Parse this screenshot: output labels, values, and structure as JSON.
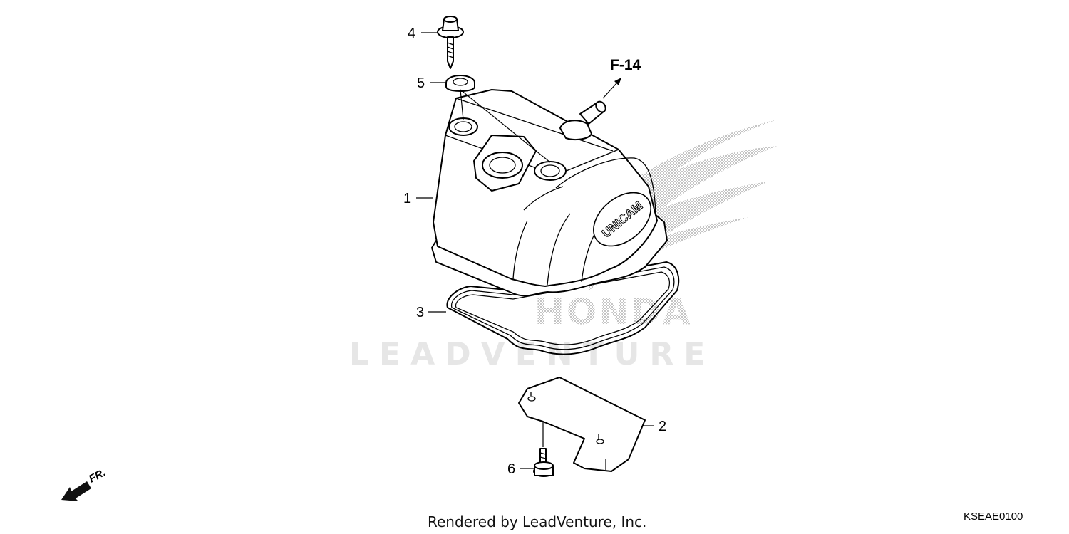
{
  "diagram": {
    "callouts": [
      {
        "id": "1",
        "label": "1"
      },
      {
        "id": "2",
        "label": "2"
      },
      {
        "id": "3",
        "label": "3"
      },
      {
        "id": "4",
        "label": "4"
      },
      {
        "id": "5",
        "label": "5"
      },
      {
        "id": "6",
        "label": "6"
      }
    ],
    "cover_marking": "UNICAM",
    "reference": "F-14",
    "direction": "FR."
  },
  "watermark": {
    "brand": "HONDA",
    "site": "LEADVENTURE"
  },
  "footer": {
    "rendered_by": "Rendered by LeadVenture, Inc.",
    "diagram_code": "KSEAE0100"
  }
}
